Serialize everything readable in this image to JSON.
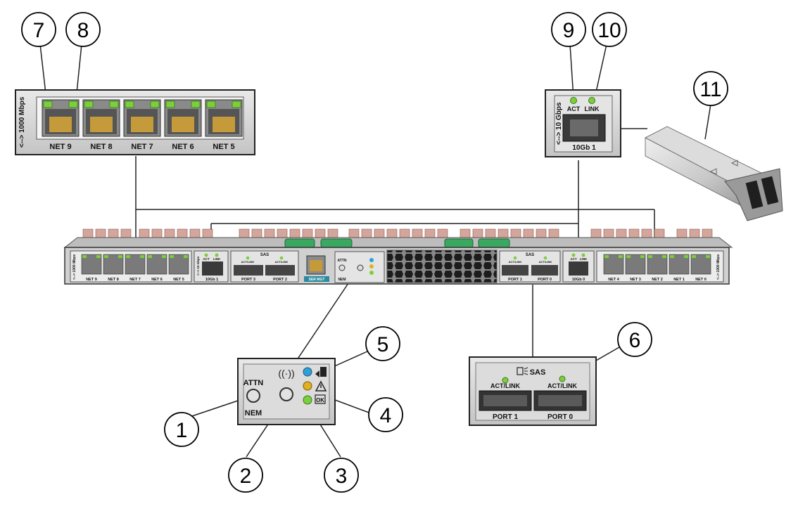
{
  "callouts": [
    "1",
    "2",
    "3",
    "4",
    "5",
    "6",
    "7",
    "8",
    "9",
    "10",
    "11"
  ],
  "top_left_panel": {
    "speed": "<--> 1000 Mbps",
    "ports": [
      "NET 9",
      "NET 8",
      "NET 7",
      "NET 6",
      "NET 5"
    ]
  },
  "top_right_panel": {
    "speed": "<--> 10 Gbps",
    "led_labels": [
      "ACT",
      "LINK"
    ],
    "port": "10Gb 1"
  },
  "module": {
    "left_speed": "<--> 1000 Mbps",
    "left_ports": [
      "NET 9",
      "NET 8",
      "NET 7",
      "NET 6",
      "NET 5"
    ],
    "xg_left_port": "10Gb 1",
    "xg_right_port": "10Gb 0",
    "xg_led_labels": [
      "ACT",
      "LINK"
    ],
    "xg_speed": "<--> 10 Gbps",
    "sas_title": "SAS",
    "sas_led_label": "ACT/LINK",
    "sas_left_ports": [
      "PORT 3",
      "PORT 2"
    ],
    "sas_right_ports": [
      "PORT 1",
      "PORT 0"
    ],
    "ser_mgt": "SER MGT",
    "attn": "ATTN",
    "nem": "NEM",
    "right_ports": [
      "NET 4",
      "NET 3",
      "NET 2",
      "NET 1",
      "NET 0"
    ],
    "right_speed": "<--> 1000 Mbps"
  },
  "indicator_panel": {
    "attn": "ATTN",
    "nem": "NEM",
    "ok": "OK"
  },
  "sas_panel": {
    "title": "SAS",
    "led_label": "ACT/LINK",
    "ports": [
      "PORT 1",
      "PORT 0"
    ]
  },
  "colors": {
    "panel_fill": "#d2d2d2",
    "panel_border": "#2a2a2a",
    "led_green": "#7ccf3c",
    "led_blue": "#2f9fd8",
    "led_amber": "#e0b020",
    "port_pad": "#d4a59a",
    "cable_green": "#3aa860"
  }
}
